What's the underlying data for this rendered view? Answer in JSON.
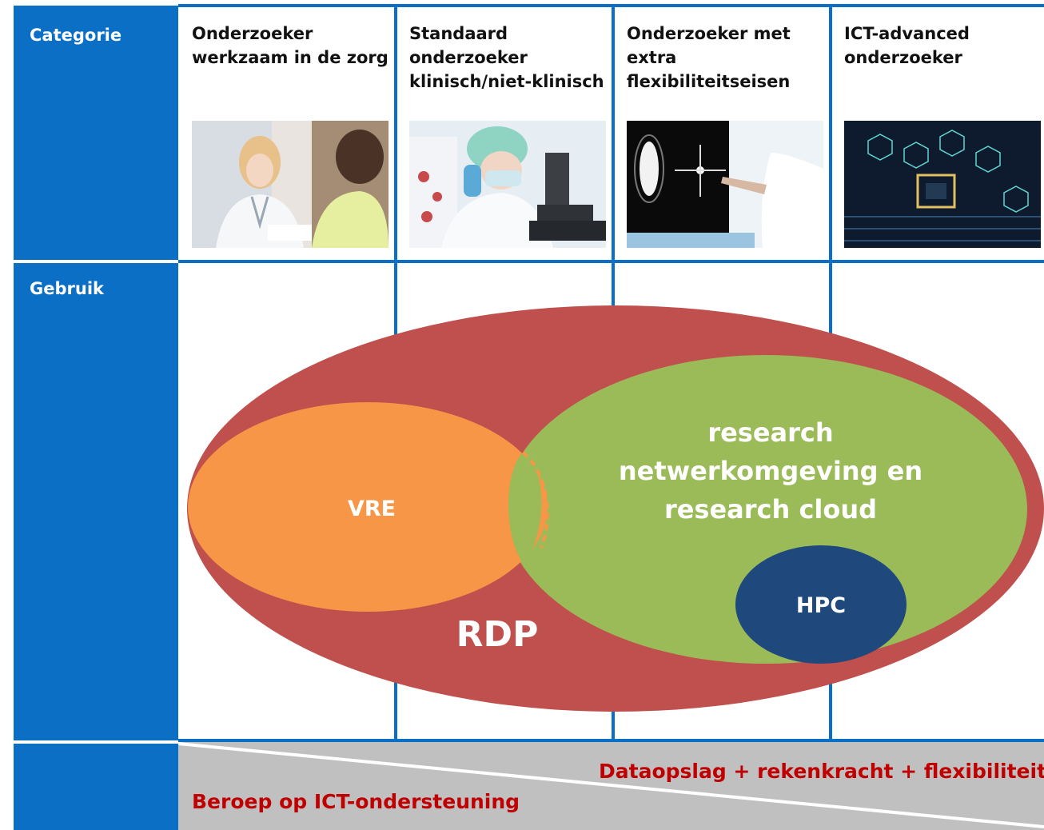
{
  "header": {
    "row1_label": "Categorie",
    "row2_label": "Gebruik"
  },
  "categories": [
    {
      "label_lines": [
        "Onderzoeker",
        "werkzaam in de zorg"
      ],
      "photo_icon": "doctor-patient-photo"
    },
    {
      "label_lines": [
        "Standaard",
        "onderzoeker",
        "klinisch/niet-klinisch"
      ],
      "photo_icon": "lab-researcher-microscope-photo"
    },
    {
      "label_lines": [
        "Onderzoeker met",
        "extra",
        "flexibiliteitseisen"
      ],
      "photo_icon": "data-screen-photo"
    },
    {
      "label_lines": [
        "ICT-advanced",
        "onderzoeker"
      ],
      "photo_icon": "circuit-board-photo"
    }
  ],
  "diagram": {
    "outer_label": "RDP",
    "left_label": "VRE",
    "right_label_lines": [
      "research",
      "netwerkomgeving en",
      "research cloud"
    ],
    "inner_label": "HPC",
    "colors": {
      "outer": "#c0504d",
      "left": "#f79646",
      "right": "#9bbb59",
      "inner": "#1f497d",
      "grid": "#0b6fc6"
    }
  },
  "bottom": {
    "left_label": "Beroep op ICT-ondersteuning",
    "right_label": "Dataopslag + rekenkracht + flexibiliteit",
    "text_color": "#c00000"
  }
}
